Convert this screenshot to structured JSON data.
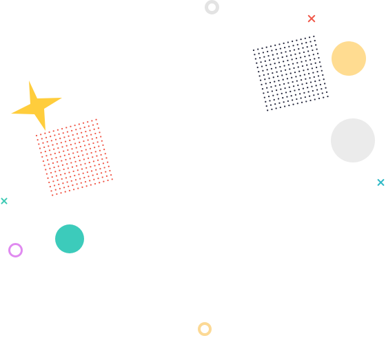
{
  "colors": {
    "gray_ring": "#e3e3e3",
    "red_cross": "#f05a4b",
    "dark_dots": "#2b2d42",
    "peach_circle": "#ffdc91",
    "gray_circle": "#ebebeb",
    "teal_cross": "#2fb9c6",
    "yellow_star": "#ffcd3c",
    "red_dots": "#f05a4b",
    "green_cross": "#3cc9b3",
    "teal_circle": "#3ccbbb",
    "purple_ring": "#e08af0",
    "orange_ring": "#fcd995"
  },
  "decorations": [
    {
      "kind": "ring",
      "icon": "small-gray-ring"
    },
    {
      "kind": "cross",
      "icon": "red-cross"
    },
    {
      "kind": "dot-grid",
      "icon": "dark-dot-grid"
    },
    {
      "kind": "circle",
      "icon": "peach-circle"
    },
    {
      "kind": "circle",
      "icon": "gray-circle"
    },
    {
      "kind": "cross",
      "icon": "teal-cross"
    },
    {
      "kind": "star",
      "icon": "yellow-star"
    },
    {
      "kind": "dot-grid",
      "icon": "red-dot-grid"
    },
    {
      "kind": "cross",
      "icon": "green-cross"
    },
    {
      "kind": "circle",
      "icon": "teal-circle"
    },
    {
      "kind": "ring",
      "icon": "purple-ring"
    },
    {
      "kind": "ring",
      "icon": "orange-ring"
    }
  ]
}
